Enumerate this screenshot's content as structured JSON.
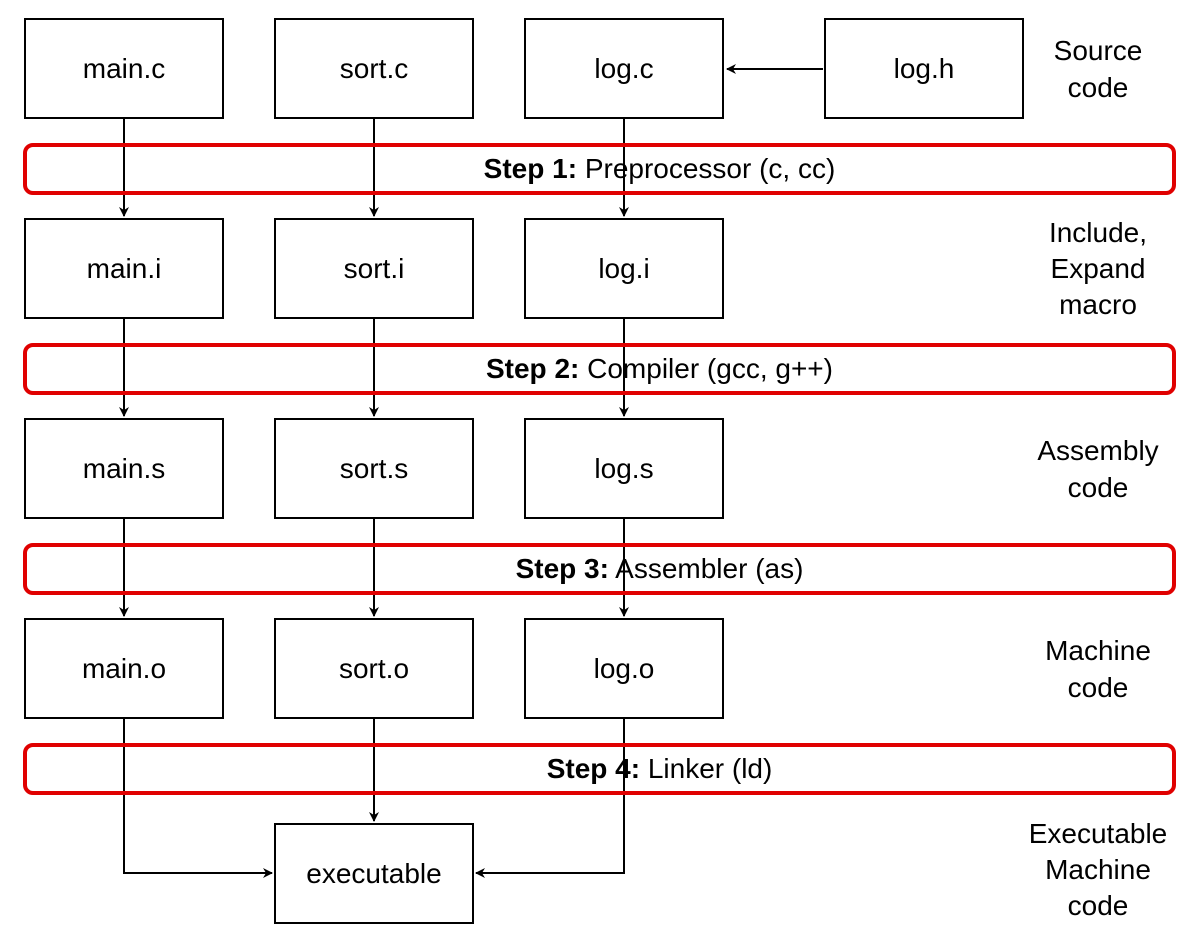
{
  "files": {
    "source": [
      "main.c",
      "sort.c",
      "log.c",
      "log.h"
    ],
    "preprocessed": [
      "main.i",
      "sort.i",
      "log.i"
    ],
    "assembly": [
      "main.s",
      "sort.s",
      "log.s"
    ],
    "object": [
      "main.o",
      "sort.o",
      "log.o"
    ],
    "output": "executable"
  },
  "steps": [
    {
      "label": "Step 1:",
      "tool": "Preprocessor (c, cc)"
    },
    {
      "label": "Step 2:",
      "tool": "Compiler (gcc, g++)"
    },
    {
      "label": "Step 3:",
      "tool": "Assembler (as)"
    },
    {
      "label": "Step 4:",
      "tool": "Linker (ld)"
    }
  ],
  "stage_labels": {
    "source": [
      "Source",
      "code"
    ],
    "preprocessed": [
      "Include,",
      "Expand",
      "macro"
    ],
    "assembly": [
      "Assembly",
      "code"
    ],
    "object": [
      "Machine",
      "code"
    ],
    "executable": [
      "Executable",
      "Machine",
      "code"
    ]
  },
  "colors": {
    "step_border": "#e00000",
    "line": "#000000"
  }
}
